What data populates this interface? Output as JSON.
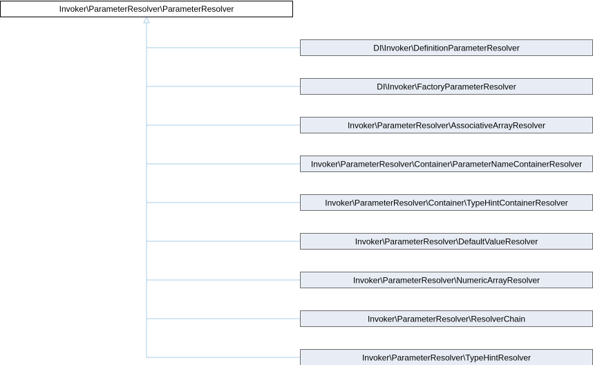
{
  "base_class": {
    "label": "Invoker\\ParameterResolver\\ParameterResolver"
  },
  "derived_classes": [
    {
      "label": "DI\\Invoker\\DefinitionParameterResolver"
    },
    {
      "label": "DI\\Invoker\\FactoryParameterResolver"
    },
    {
      "label": "Invoker\\ParameterResolver\\AssociativeArrayResolver"
    },
    {
      "label": "Invoker\\ParameterResolver\\Container\\ParameterNameContainerResolver"
    },
    {
      "label": "Invoker\\ParameterResolver\\Container\\TypeHintContainerResolver"
    },
    {
      "label": "Invoker\\ParameterResolver\\DefaultValueResolver"
    },
    {
      "label": "Invoker\\ParameterResolver\\NumericArrayResolver"
    },
    {
      "label": "Invoker\\ParameterResolver\\ResolverChain"
    },
    {
      "label": "Invoker\\ParameterResolver\\TypeHintResolver"
    }
  ],
  "colors": {
    "base_fill": "#ffffff",
    "base_border": "#000000",
    "derived_fill": "#e8edf5",
    "derived_border": "#6b6b6b",
    "edge": "#a8cde6"
  }
}
